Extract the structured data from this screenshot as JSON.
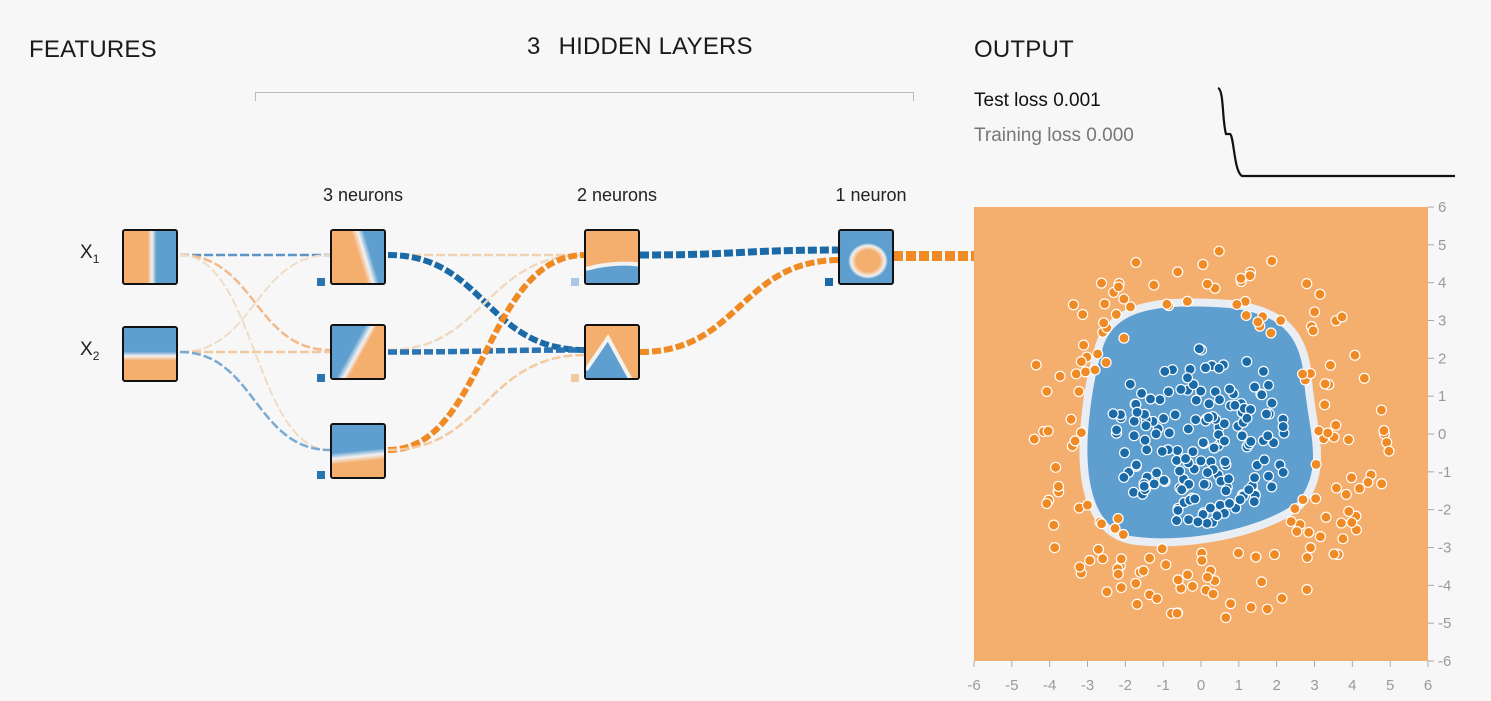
{
  "colors": {
    "background": "#f7f7f7",
    "orange": "#f08a24",
    "light_orange": "#f4ae6e",
    "blue": "#1a6aa8",
    "light_blue": "#5f9fd0"
  },
  "features": {
    "title": "FEATURES",
    "inputs": [
      {
        "label": "X",
        "sub": "1"
      },
      {
        "label": "X",
        "sub": "2"
      }
    ]
  },
  "hidden": {
    "count": "3",
    "title": "HIDDEN LAYERS",
    "layers": [
      {
        "label": "3 neurons"
      },
      {
        "label": "2 neurons"
      }
    ]
  },
  "output": {
    "title": "OUTPUT",
    "neuron_label": "1 neuron",
    "test_loss": "Test loss 0.001",
    "training_loss": "Training loss 0.000"
  },
  "plot": {
    "x_ticks": [
      "-6",
      "-5",
      "-4",
      "-3",
      "-2",
      "-1",
      "0",
      "1",
      "2",
      "3",
      "4",
      "5",
      "6"
    ],
    "y_ticks": [
      "6",
      "5",
      "4",
      "3",
      "2",
      "1",
      "0",
      "-1",
      "-2",
      "-3",
      "-4",
      "-5",
      "-6"
    ]
  }
}
